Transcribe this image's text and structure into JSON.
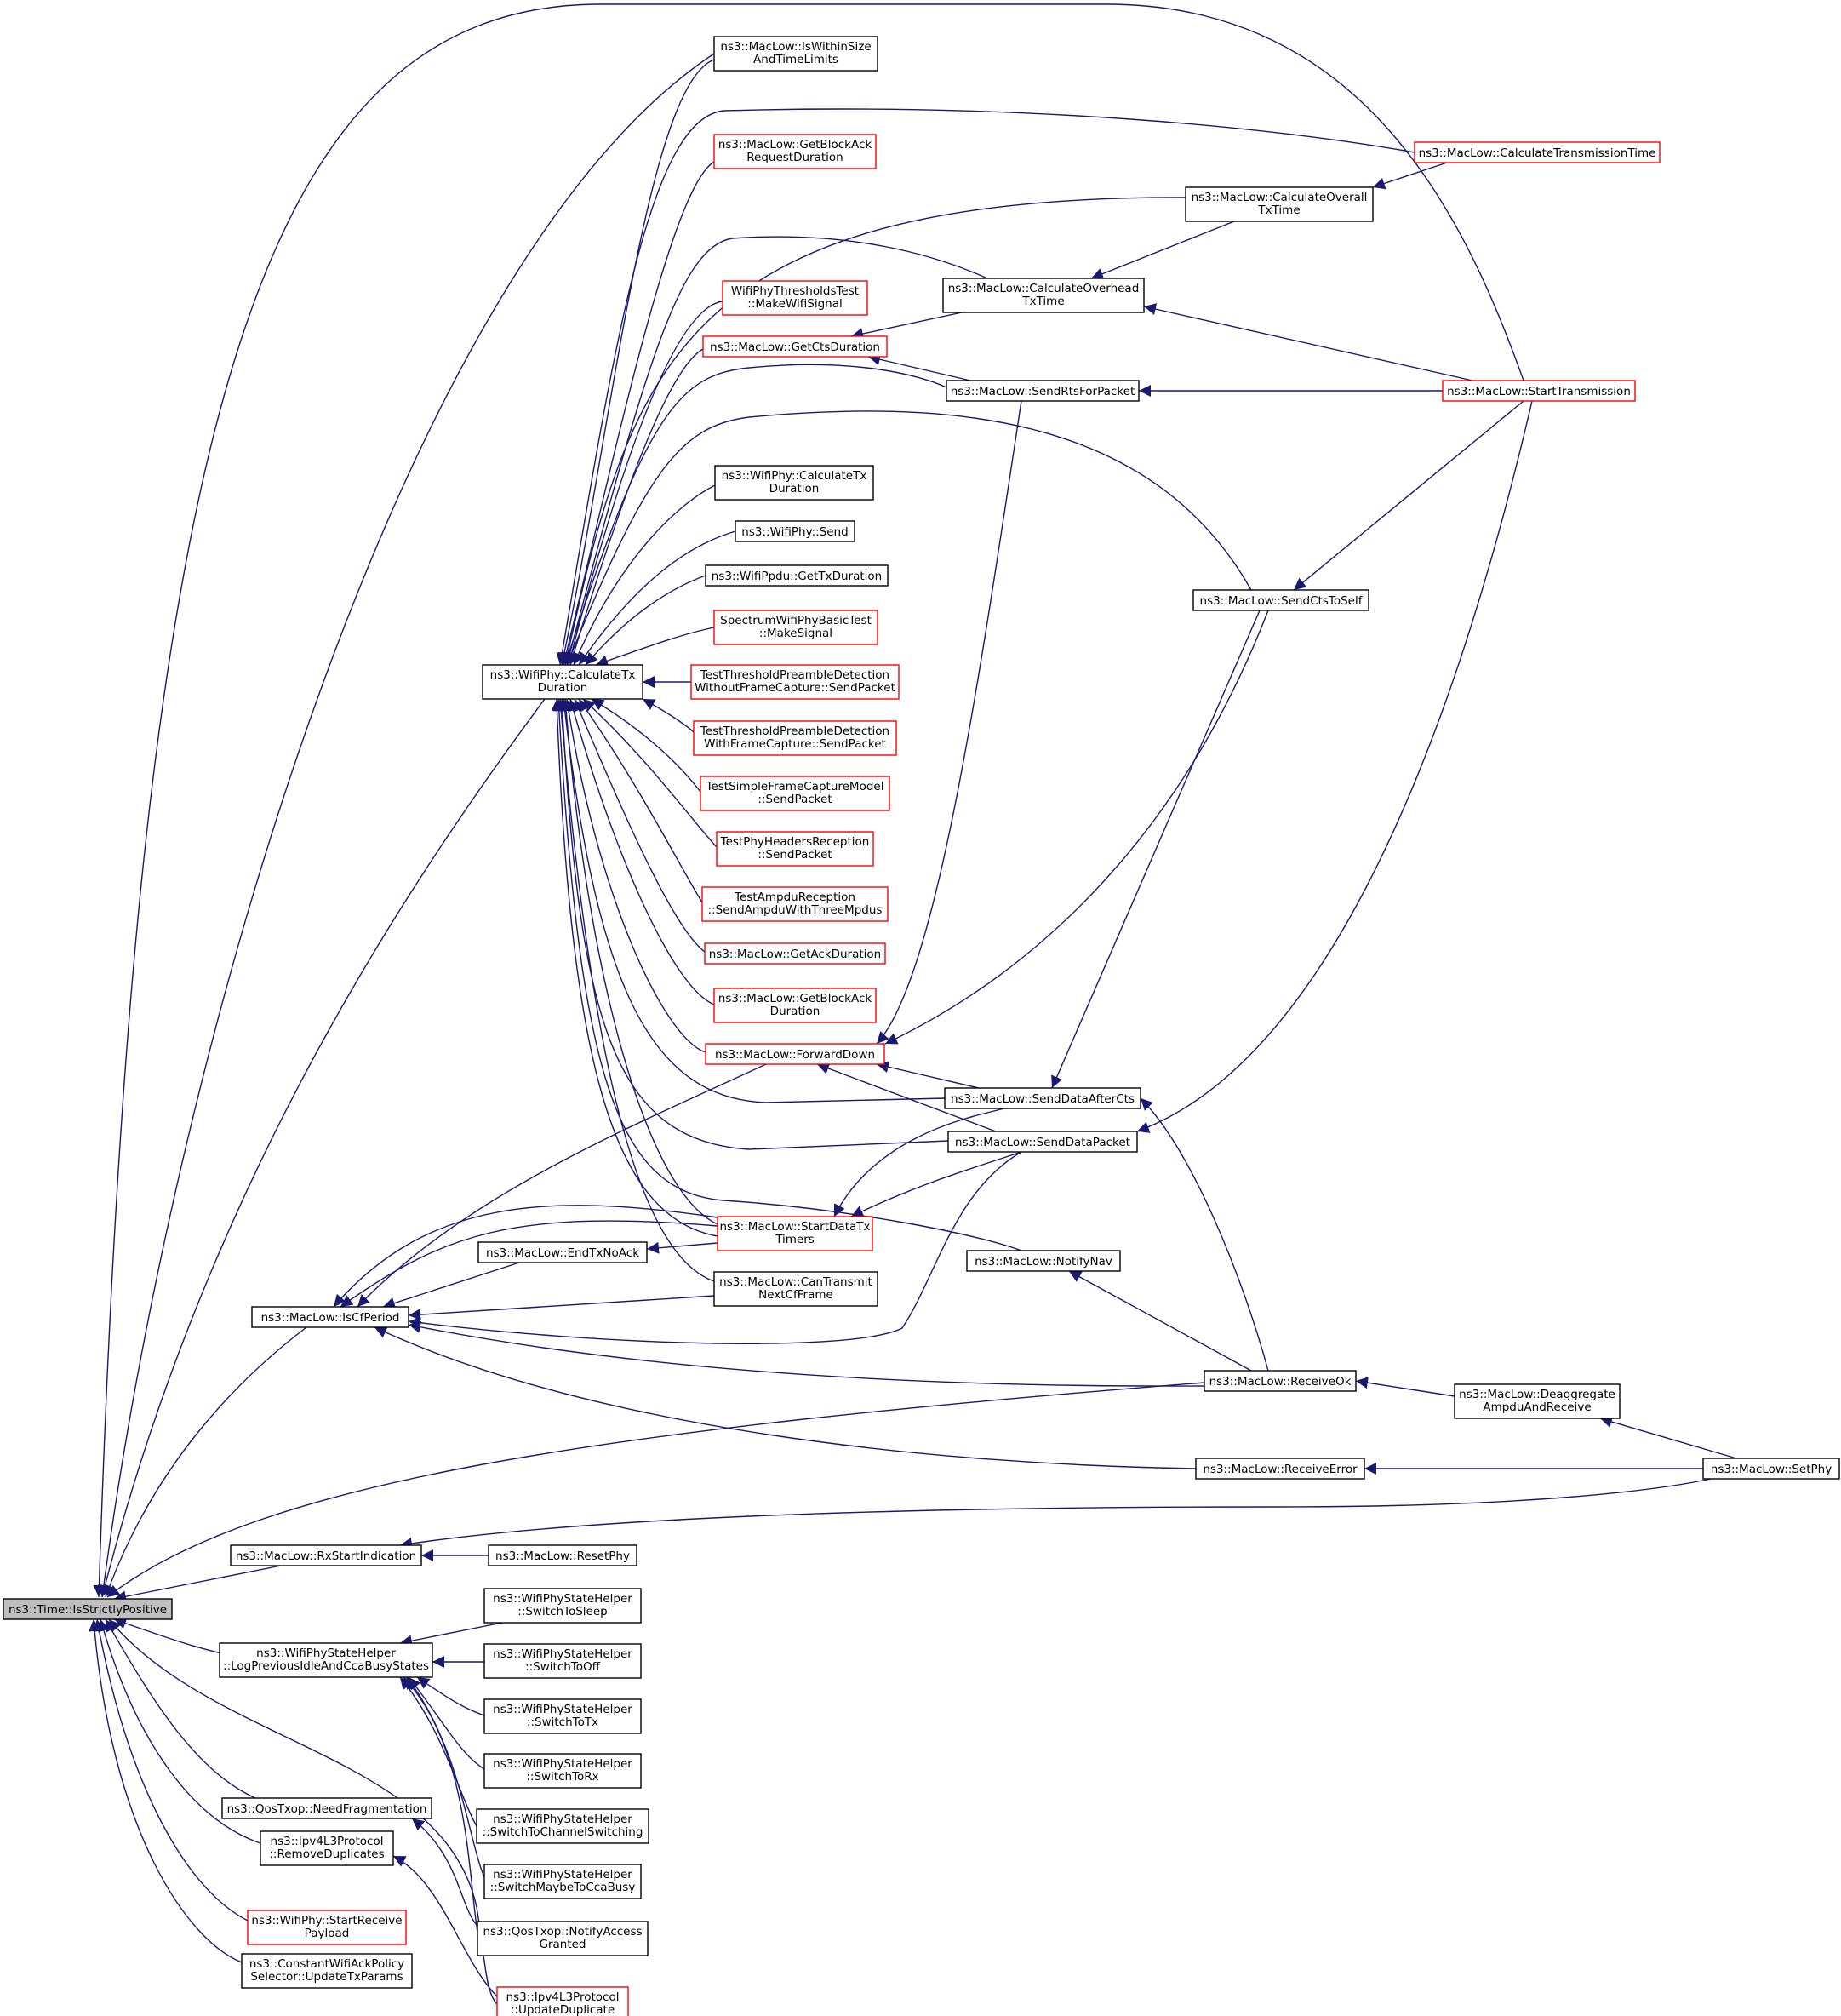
{
  "graph_title": "",
  "colors": {
    "edge": "#191970",
    "node_border": "#000000",
    "unresolved_border": "#ff0000",
    "root_fill": "#bfbfbf"
  },
  "nodes": [
    {
      "id": "root",
      "lines": [
        "ns3::Time::IsStrictlyPositive"
      ],
      "style": "root"
    },
    {
      "id": "isWithin",
      "lines": [
        "ns3::MacLow::IsWithinSize",
        "AndTimeLimits"
      ],
      "style": "normal"
    },
    {
      "id": "getBlockAckReq",
      "lines": [
        "ns3::MacLow::GetBlockAck",
        "RequestDuration"
      ],
      "style": "red"
    },
    {
      "id": "calcTransTime",
      "lines": [
        "ns3::MacLow::CalculateTransmissionTime"
      ],
      "style": "red"
    },
    {
      "id": "calcOverall",
      "lines": [
        "ns3::MacLow::CalculateOverall",
        "TxTime"
      ],
      "style": "normal"
    },
    {
      "id": "wifiThresh",
      "lines": [
        "WifiPhyThresholdsTest",
        "::MakeWifiSignal"
      ],
      "style": "red"
    },
    {
      "id": "calcOverhead",
      "lines": [
        "ns3::MacLow::CalculateOverhead",
        "TxTime"
      ],
      "style": "normal"
    },
    {
      "id": "getCts",
      "lines": [
        "ns3::MacLow::GetCtsDuration"
      ],
      "style": "red"
    },
    {
      "id": "sendRts",
      "lines": [
        "ns3::MacLow::SendRtsForPacket"
      ],
      "style": "normal"
    },
    {
      "id": "startTrans",
      "lines": [
        "ns3::MacLow::StartTransmission"
      ],
      "style": "red"
    },
    {
      "id": "calcTxDur2",
      "lines": [
        "ns3::WifiPhy::CalculateTx",
        "Duration"
      ],
      "style": "normal"
    },
    {
      "id": "wifiSend",
      "lines": [
        "ns3::WifiPhy::Send"
      ],
      "style": "normal"
    },
    {
      "id": "ppduDur",
      "lines": [
        "ns3::WifiPpdu::GetTxDuration"
      ],
      "style": "normal"
    },
    {
      "id": "sendCtsSelf",
      "lines": [
        "ns3::MacLow::SendCtsToSelf"
      ],
      "style": "normal"
    },
    {
      "id": "spectrum",
      "lines": [
        "SpectrumWifiPhyBasicTest",
        "::MakeSignal"
      ],
      "style": "red"
    },
    {
      "id": "calcTxDur",
      "lines": [
        "ns3::WifiPhy::CalculateTx",
        "Duration"
      ],
      "style": "normal"
    },
    {
      "id": "tpdWithout",
      "lines": [
        "TestThresholdPreambleDetection",
        "WithoutFrameCapture::SendPacket"
      ],
      "style": "red"
    },
    {
      "id": "tpdWith",
      "lines": [
        "TestThresholdPreambleDetection",
        "WithFrameCapture::SendPacket"
      ],
      "style": "red"
    },
    {
      "id": "simpleCap",
      "lines": [
        "TestSimpleFrameCaptureModel",
        "::SendPacket"
      ],
      "style": "red"
    },
    {
      "id": "phyHeaders",
      "lines": [
        "TestPhyHeadersReception",
        "::SendPacket"
      ],
      "style": "red"
    },
    {
      "id": "ampduRecv",
      "lines": [
        "TestAmpduReception",
        "::SendAmpduWithThreeMpdus"
      ],
      "style": "red"
    },
    {
      "id": "getAck",
      "lines": [
        "ns3::MacLow::GetAckDuration"
      ],
      "style": "red"
    },
    {
      "id": "getBlockAck",
      "lines": [
        "ns3::MacLow::GetBlockAck",
        "Duration"
      ],
      "style": "red"
    },
    {
      "id": "forwardDown",
      "lines": [
        "ns3::MacLow::ForwardDown"
      ],
      "style": "red"
    },
    {
      "id": "sendDataCts",
      "lines": [
        "ns3::MacLow::SendDataAfterCts"
      ],
      "style": "normal"
    },
    {
      "id": "sendDataPkt",
      "lines": [
        "ns3::MacLow::SendDataPacket"
      ],
      "style": "normal"
    },
    {
      "id": "startDataTx",
      "lines": [
        "ns3::MacLow::StartDataTx",
        "Timers"
      ],
      "style": "red"
    },
    {
      "id": "endTxNoAck",
      "lines": [
        "ns3::MacLow::EndTxNoAck"
      ],
      "style": "normal"
    },
    {
      "id": "notifyNav",
      "lines": [
        "ns3::MacLow::NotifyNav"
      ],
      "style": "normal"
    },
    {
      "id": "canTransmit",
      "lines": [
        "ns3::MacLow::CanTransmit",
        "NextCfFrame"
      ],
      "style": "normal"
    },
    {
      "id": "isCfPeriod",
      "lines": [
        "ns3::MacLow::IsCfPeriod"
      ],
      "style": "normal"
    },
    {
      "id": "receiveOk",
      "lines": [
        "ns3::MacLow::ReceiveOk"
      ],
      "style": "normal"
    },
    {
      "id": "deagg",
      "lines": [
        "ns3::MacLow::Deaggregate",
        "AmpduAndReceive"
      ],
      "style": "normal"
    },
    {
      "id": "receiveErr",
      "lines": [
        "ns3::MacLow::ReceiveError"
      ],
      "style": "normal"
    },
    {
      "id": "setPhy",
      "lines": [
        "ns3::MacLow::SetPhy"
      ],
      "style": "normal"
    },
    {
      "id": "rxStart",
      "lines": [
        "ns3::MacLow::RxStartIndication"
      ],
      "style": "normal"
    },
    {
      "id": "resetPhy",
      "lines": [
        "ns3::MacLow::ResetPhy"
      ],
      "style": "normal"
    },
    {
      "id": "logPrev",
      "lines": [
        "ns3::WifiPhyStateHelper",
        "::LogPreviousIdleAndCcaBusyStates"
      ],
      "style": "normal"
    },
    {
      "id": "toSleep",
      "lines": [
        "ns3::WifiPhyStateHelper",
        "::SwitchToSleep"
      ],
      "style": "normal"
    },
    {
      "id": "toOff",
      "lines": [
        "ns3::WifiPhyStateHelper",
        "::SwitchToOff"
      ],
      "style": "normal"
    },
    {
      "id": "toTx",
      "lines": [
        "ns3::WifiPhyStateHelper",
        "::SwitchToTx"
      ],
      "style": "normal"
    },
    {
      "id": "toRx",
      "lines": [
        "ns3::WifiPhyStateHelper",
        "::SwitchToRx"
      ],
      "style": "normal"
    },
    {
      "id": "qosNeedFrag",
      "lines": [
        "ns3::QosTxop::NeedFragmentation"
      ],
      "style": "normal"
    },
    {
      "id": "toChan",
      "lines": [
        "ns3::WifiPhyStateHelper",
        "::SwitchToChannelSwitching"
      ],
      "style": "normal"
    },
    {
      "id": "ipv4Remove",
      "lines": [
        "ns3::Ipv4L3Protocol",
        "::RemoveDuplicates"
      ],
      "style": "normal"
    },
    {
      "id": "maybeCca",
      "lines": [
        "ns3::WifiPhyStateHelper",
        "::SwitchMaybeToCcaBusy"
      ],
      "style": "normal"
    },
    {
      "id": "startRecvPayload",
      "lines": [
        "ns3::WifiPhy::StartReceive",
        "Payload"
      ],
      "style": "red"
    },
    {
      "id": "notifyAccess",
      "lines": [
        "ns3::QosTxop::NotifyAccess",
        "Granted"
      ],
      "style": "normal"
    },
    {
      "id": "constAck",
      "lines": [
        "ns3::ConstantWifiAckPolicy",
        "Selector::UpdateTxParams"
      ],
      "style": "normal"
    },
    {
      "id": "ipv4Update",
      "lines": [
        "ns3::Ipv4L3Protocol",
        "::UpdateDuplicate"
      ],
      "style": "red"
    }
  ]
}
